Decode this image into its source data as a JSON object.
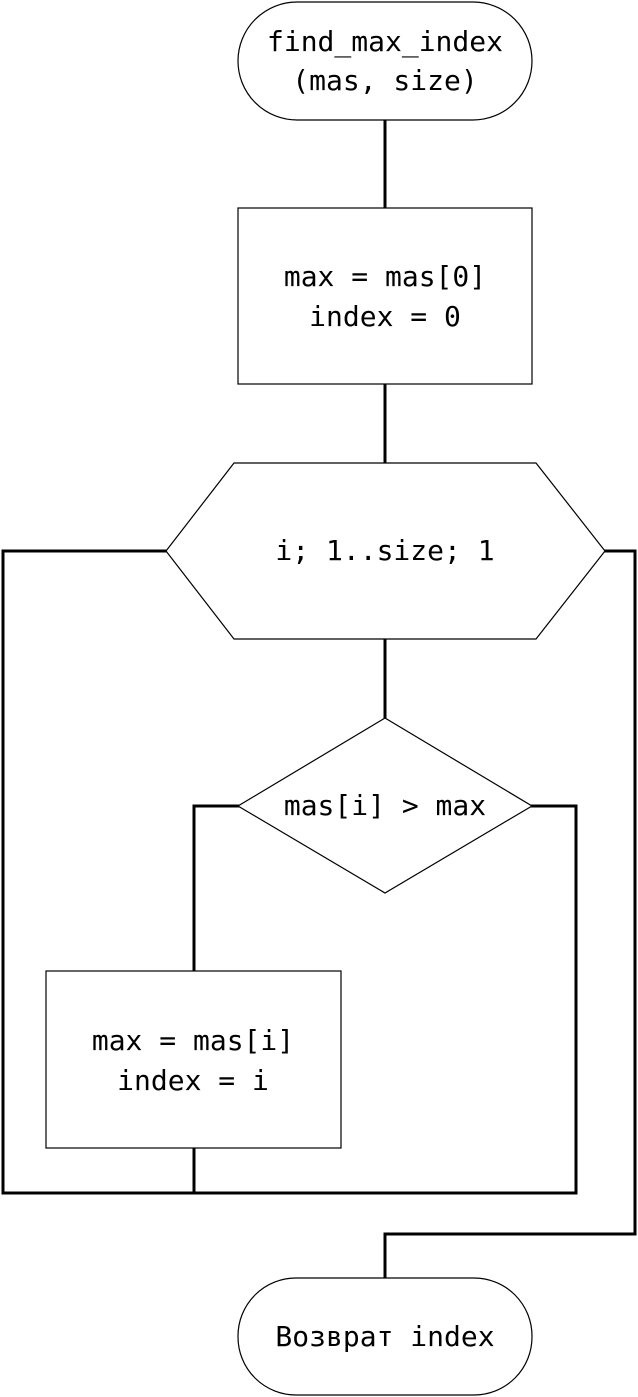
{
  "diagram": {
    "start": {
      "line1": "find_max_index",
      "line2": "(mas, size)"
    },
    "init": {
      "line1": "max = mas[0]",
      "line2": "index = 0"
    },
    "loop": {
      "label": "i; 1..size; 1"
    },
    "condition": {
      "label": "mas[i] > max"
    },
    "update": {
      "line1": "max = mas[i]",
      "line2": "index = i"
    },
    "end": {
      "label": "Возврат index"
    }
  }
}
